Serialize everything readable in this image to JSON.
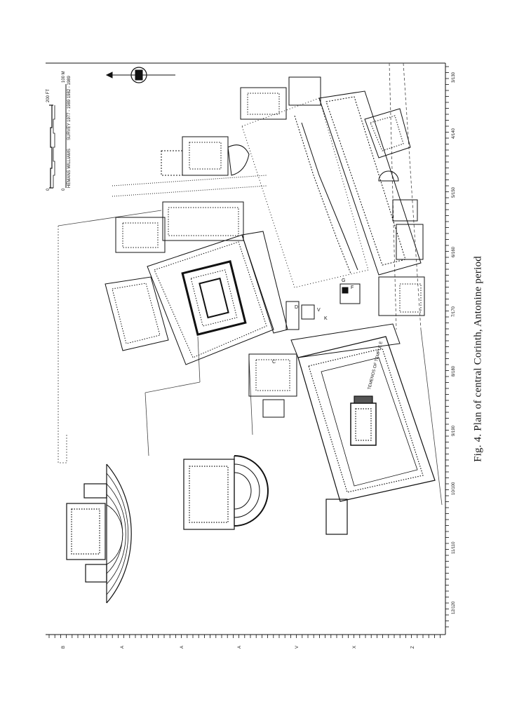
{
  "caption": "Fig. 4. Plan of central Corinth, Antonine period",
  "scale": {
    "start_label": "0",
    "feet_label": "200 FT",
    "meters_label": "100 M"
  },
  "credits": {
    "authors": "HEMANS WILLIAMS",
    "survey": "SURVEY 1977 - 1989 1982 - 1989"
  },
  "temenos_label": "TEMENOS OF TEMPLE E",
  "building_letters": [
    "C",
    "D",
    "F",
    "G",
    "K",
    "V"
  ],
  "grid_top_labels": [
    "3/130",
    "4/140",
    "5/150",
    "6/160",
    "7/170",
    "8/180",
    "9/190",
    "10/100",
    "11/110",
    "12/120"
  ],
  "grid_left_labels": [
    "B",
    "A",
    "A",
    "A",
    "V",
    "X",
    "Z"
  ],
  "colors": {
    "ink": "#111111",
    "paper": "#ffffff"
  }
}
